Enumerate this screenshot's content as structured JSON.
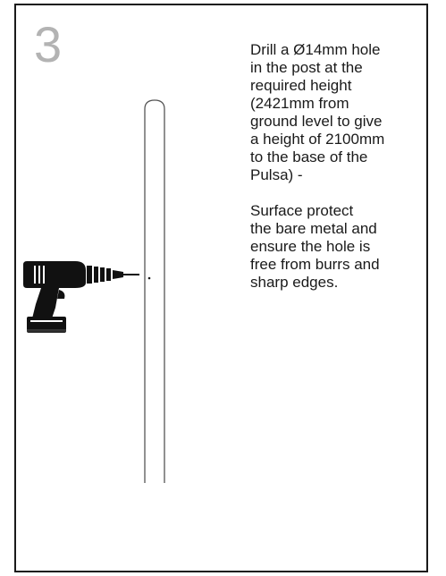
{
  "step": {
    "number": "3"
  },
  "instructions": {
    "paragraph_1": "Drill a Ø14mm hole\nin the post at the\nrequired height\n(2421mm from\nground level to give\na height of 2100mm\nto the base of the\nPulsa) -",
    "paragraph_2": "Surface protect\nthe bare metal and\nensure the hole is\nfree from burrs and\nsharp edges."
  },
  "colors": {
    "border": "#1a1a1a",
    "step_number": "#b3b3b3",
    "text": "#1a1a1a",
    "post_outline": "#555555"
  },
  "icons": [
    "cordless-drill-icon",
    "post-illustration",
    "drill-hole-mark"
  ]
}
